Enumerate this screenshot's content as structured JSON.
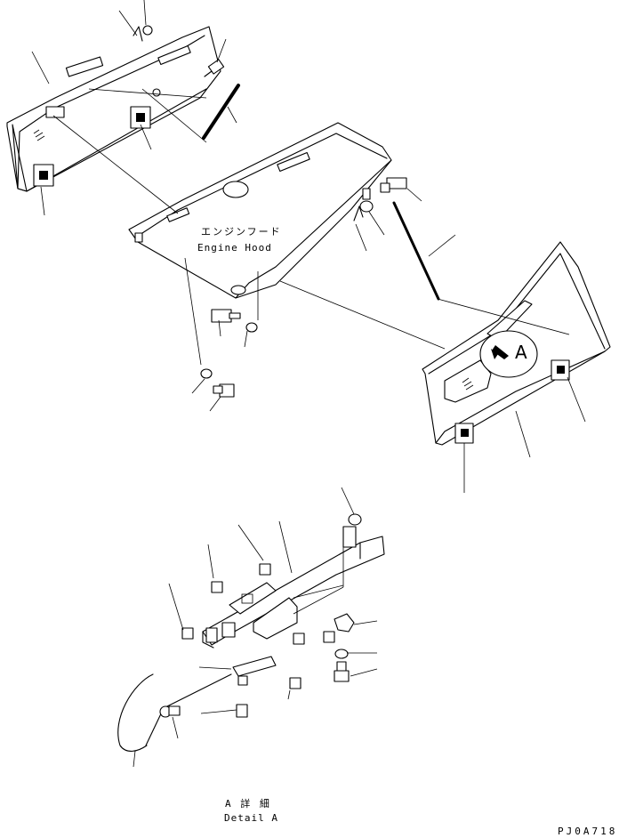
{
  "labels": {
    "hood_jp": "エンジンフード",
    "hood_en": "Engine Hood",
    "callout": "A",
    "detail_jp": "A 詳 細",
    "detail_en": "Detail A",
    "drawing_code": "PJ0A718"
  }
}
